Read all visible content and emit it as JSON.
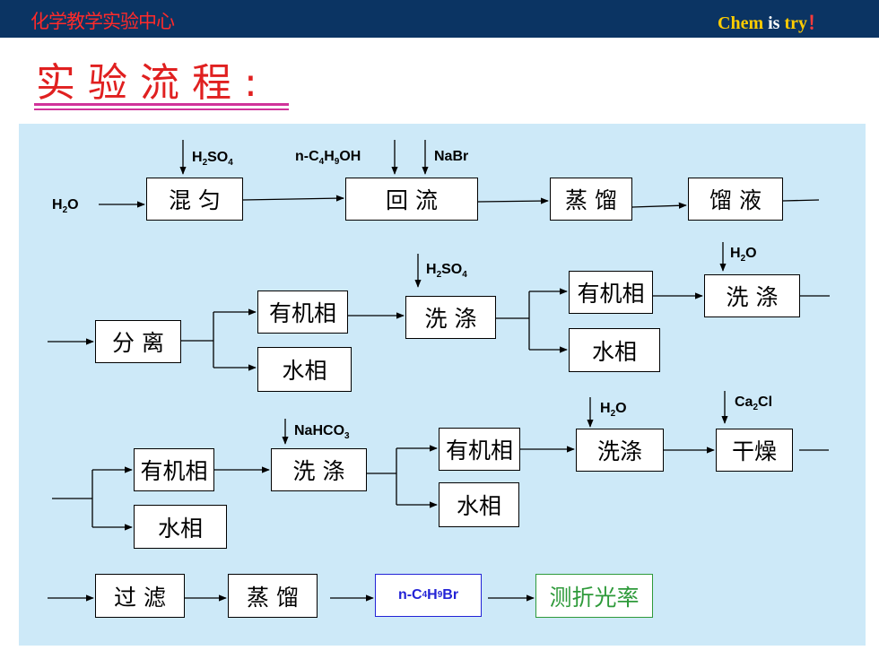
{
  "header": {
    "left_text": "化学教学实验中心",
    "right_word1": "Chem",
    "right_word2": " is ",
    "right_word3": "try",
    "right_excl": "！"
  },
  "title": "实验流程:",
  "boxes": {
    "mix": "混 匀",
    "reflux": "回 流",
    "steam_distill": "蒸 馏",
    "distillate": "馏 液",
    "separate": "分 离",
    "organic1": "有机相",
    "aqueous1": "水相",
    "wash1": "洗 涤",
    "organic2": "有机相",
    "aqueous2": "水相",
    "wash2": "洗 涤",
    "organic3": "有机相",
    "aqueous3": "水相",
    "wash3": "洗 涤",
    "organic4": "有机相",
    "aqueous4": "水相",
    "wash4": "洗涤",
    "dry": "干燥",
    "filter": "过 滤",
    "distill2": "蒸 馏",
    "product": "n-C4H9Br",
    "refractive": "测折光率"
  },
  "reagents": {
    "water_in": "H2O",
    "h2so4_1": "H2SO4",
    "butanol": "n-C4H9OH",
    "nabr": "NaBr",
    "h2so4_2": "H2SO4",
    "water_2": "H2O",
    "nahco3": "NaHCO3",
    "water_3": "H2O",
    "dryer": "Ca2Cl"
  },
  "colors": {
    "header_bg": "#0b3463",
    "header_left_text": "#ff2a2a",
    "title": "#e02020",
    "panel": "#cde9f8",
    "product": "#2323d6",
    "measure": "#2e9a3a"
  }
}
